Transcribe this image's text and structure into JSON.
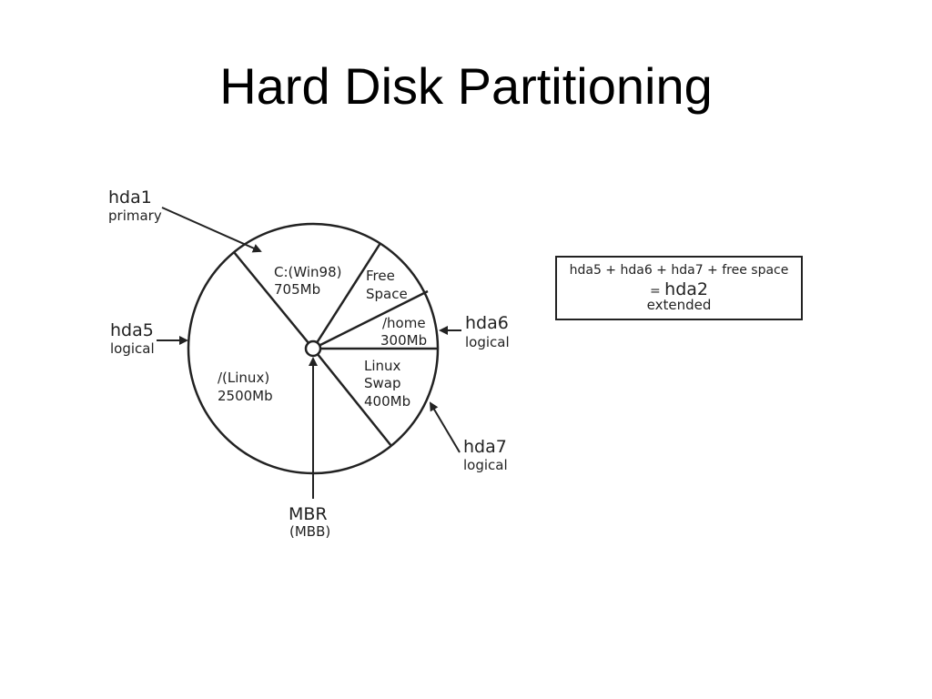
{
  "title": "Hard Disk Partitioning",
  "segments": {
    "win98": {
      "line1": "C:(Win98)",
      "line2": "705Mb"
    },
    "free": {
      "line1": "Free",
      "line2": "Space"
    },
    "home": {
      "line1": "/home",
      "line2": "300Mb"
    },
    "swap": {
      "line1": "Linux",
      "line2": "Swap",
      "line3": "400Mb"
    },
    "linux": {
      "line1": "/(Linux)",
      "line2": "2500Mb"
    }
  },
  "callouts": {
    "hda1": {
      "name": "hda1",
      "type": "primary"
    },
    "hda5": {
      "name": "hda5",
      "type": "logical"
    },
    "hda6": {
      "name": "hda6",
      "type": "logical"
    },
    "hda7": {
      "name": "hda7",
      "type": "logical"
    },
    "mbr": {
      "name": "MBR",
      "sub": "(MBB)"
    }
  },
  "extended_box": {
    "formula": "hda5 + hda6 + hda7 + free space",
    "equals": "=",
    "result": "hda2",
    "type": "extended"
  },
  "colors": {
    "ink": "#222222",
    "background": "#ffffff"
  }
}
